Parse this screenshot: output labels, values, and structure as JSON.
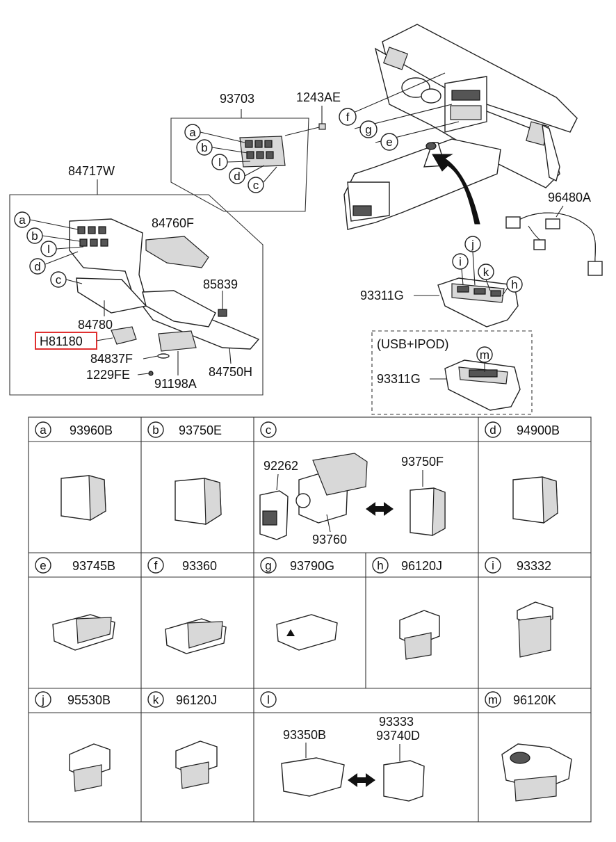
{
  "top": {
    "group_93703": {
      "number": "93703",
      "letters": [
        "a",
        "b",
        "l",
        "d",
        "c"
      ]
    },
    "bolt": "1243AE",
    "dash_letters": [
      "f",
      "g",
      "e"
    ],
    "group_84717W": {
      "number": "84717W",
      "letters": [
        "a",
        "b",
        "l",
        "d",
        "c"
      ],
      "parts": {
        "p84760F": "84760F",
        "p85839": "85839",
        "p84780": "84780",
        "p84837F": "84837F",
        "p1229FE": "1229FE",
        "p91198A": "91198A",
        "p84750H": "84750H"
      },
      "highlighted": "H81180"
    },
    "harness": "96480A",
    "console": {
      "number": "93311G",
      "letters": [
        "j",
        "i",
        "k",
        "h"
      ]
    },
    "usb": {
      "caption": "(USB+IPOD)",
      "number": "93311G",
      "letter": "m"
    }
  },
  "grid": {
    "a": {
      "letter": "a",
      "part": "93960B"
    },
    "b": {
      "letter": "b",
      "part": "93750E"
    },
    "c": {
      "letter": "c",
      "parts": [
        "92262",
        "93760",
        "93750F"
      ]
    },
    "d": {
      "letter": "d",
      "part": "94900B"
    },
    "e": {
      "letter": "e",
      "part": "93745B"
    },
    "f": {
      "letter": "f",
      "part": "93360"
    },
    "g": {
      "letter": "g",
      "part": "93790G"
    },
    "h": {
      "letter": "h",
      "part": "96120J"
    },
    "i": {
      "letter": "i",
      "part": "93332"
    },
    "j": {
      "letter": "j",
      "part": "95530B"
    },
    "k": {
      "letter": "k",
      "part": "96120J"
    },
    "l": {
      "letter": "l",
      "parts": [
        "93350B",
        "93333",
        "93740D"
      ]
    },
    "m": {
      "letter": "m",
      "part": "96120K"
    }
  },
  "colors": {
    "highlight": "#e03030"
  }
}
